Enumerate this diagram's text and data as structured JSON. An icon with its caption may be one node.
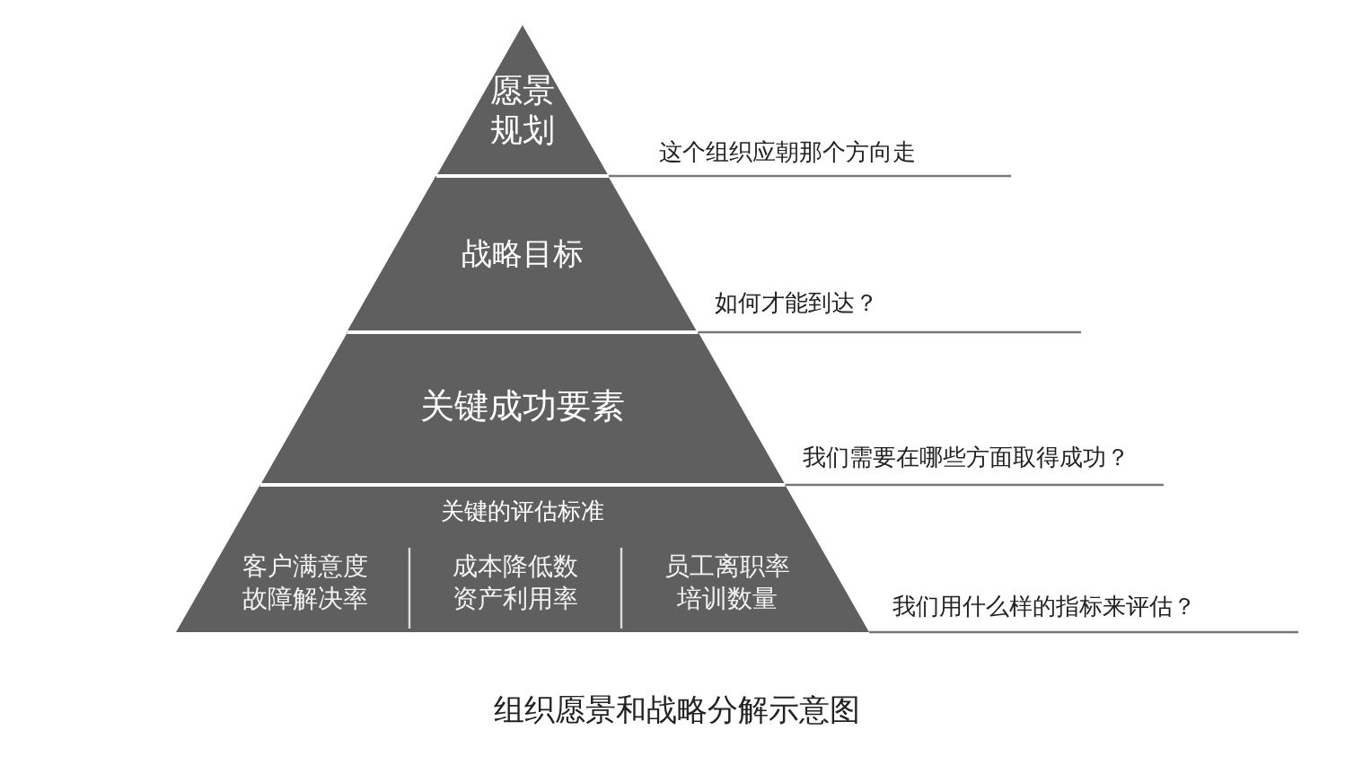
{
  "diagram": {
    "caption": "组织愿景和战略分解示意图",
    "labels": [
      "这个组织应朝那个方向走",
      "如何才能到达？",
      "我们需要在哪些方面取得成功？",
      "我们用什么样的指标来评估？"
    ],
    "nodes": [
      {
        "text": [
          "愿景规划"
        ]
      },
      {
        "text": [
          "战略目标"
        ]
      },
      {
        "text": [
          "关键成功要素"
        ]
      },
      {
        "text": [
          "关键的评估标准"
        ]
      },
      {
        "text": [
          "客户满意度",
          "故障解决率"
        ],
        "in": 3
      },
      {
        "text": [
          "成本降低数",
          "资产利用率"
        ],
        "in": 3
      },
      {
        "text": [
          "员工离职率",
          "培训数量"
        ],
        "in": 3
      }
    ]
  }
}
